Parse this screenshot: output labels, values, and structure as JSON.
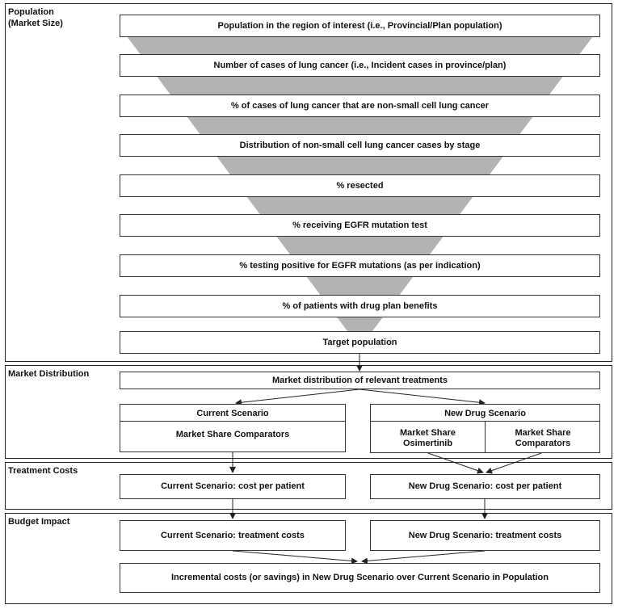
{
  "sections": {
    "population_label": "Population\n(Market Size)",
    "market_distribution_label": "Market Distribution",
    "treatment_costs_label": "Treatment Costs",
    "budget_impact_label": "Budget Impact"
  },
  "funnel_steps": [
    "Population in the region of interest (i.e., Provincial/Plan population)",
    "Number of cases of lung cancer (i.e., Incident cases in province/plan)",
    "% of cases of lung cancer that are non-small cell lung cancer",
    "Distribution of non-small cell lung cancer cases by stage",
    "% resected",
    "% receiving EGFR mutation test",
    "% testing positive for EGFR mutations (as per indication)",
    "% of patients with drug plan benefits",
    "Target population"
  ],
  "market": {
    "distribution": "Market distribution of relevant treatments",
    "current_title": "Current Scenario",
    "current_share": "Market Share Comparators",
    "new_title": "New Drug Scenario",
    "new_share_osimertinib": "Market Share\nOsimertinib",
    "new_share_comparators": "Market Share\nComparators"
  },
  "costs": {
    "current": "Current Scenario: cost per patient",
    "new": "New Drug Scenario: cost per patient"
  },
  "budget": {
    "current": "Current Scenario: treatment costs",
    "new": "New Drug Scenario: treatment costs",
    "incremental": "Incremental costs (or savings) in New Drug Scenario over Current Scenario in Population"
  },
  "colors": {
    "funnel": "#b3b3b3",
    "border": "#222222"
  }
}
